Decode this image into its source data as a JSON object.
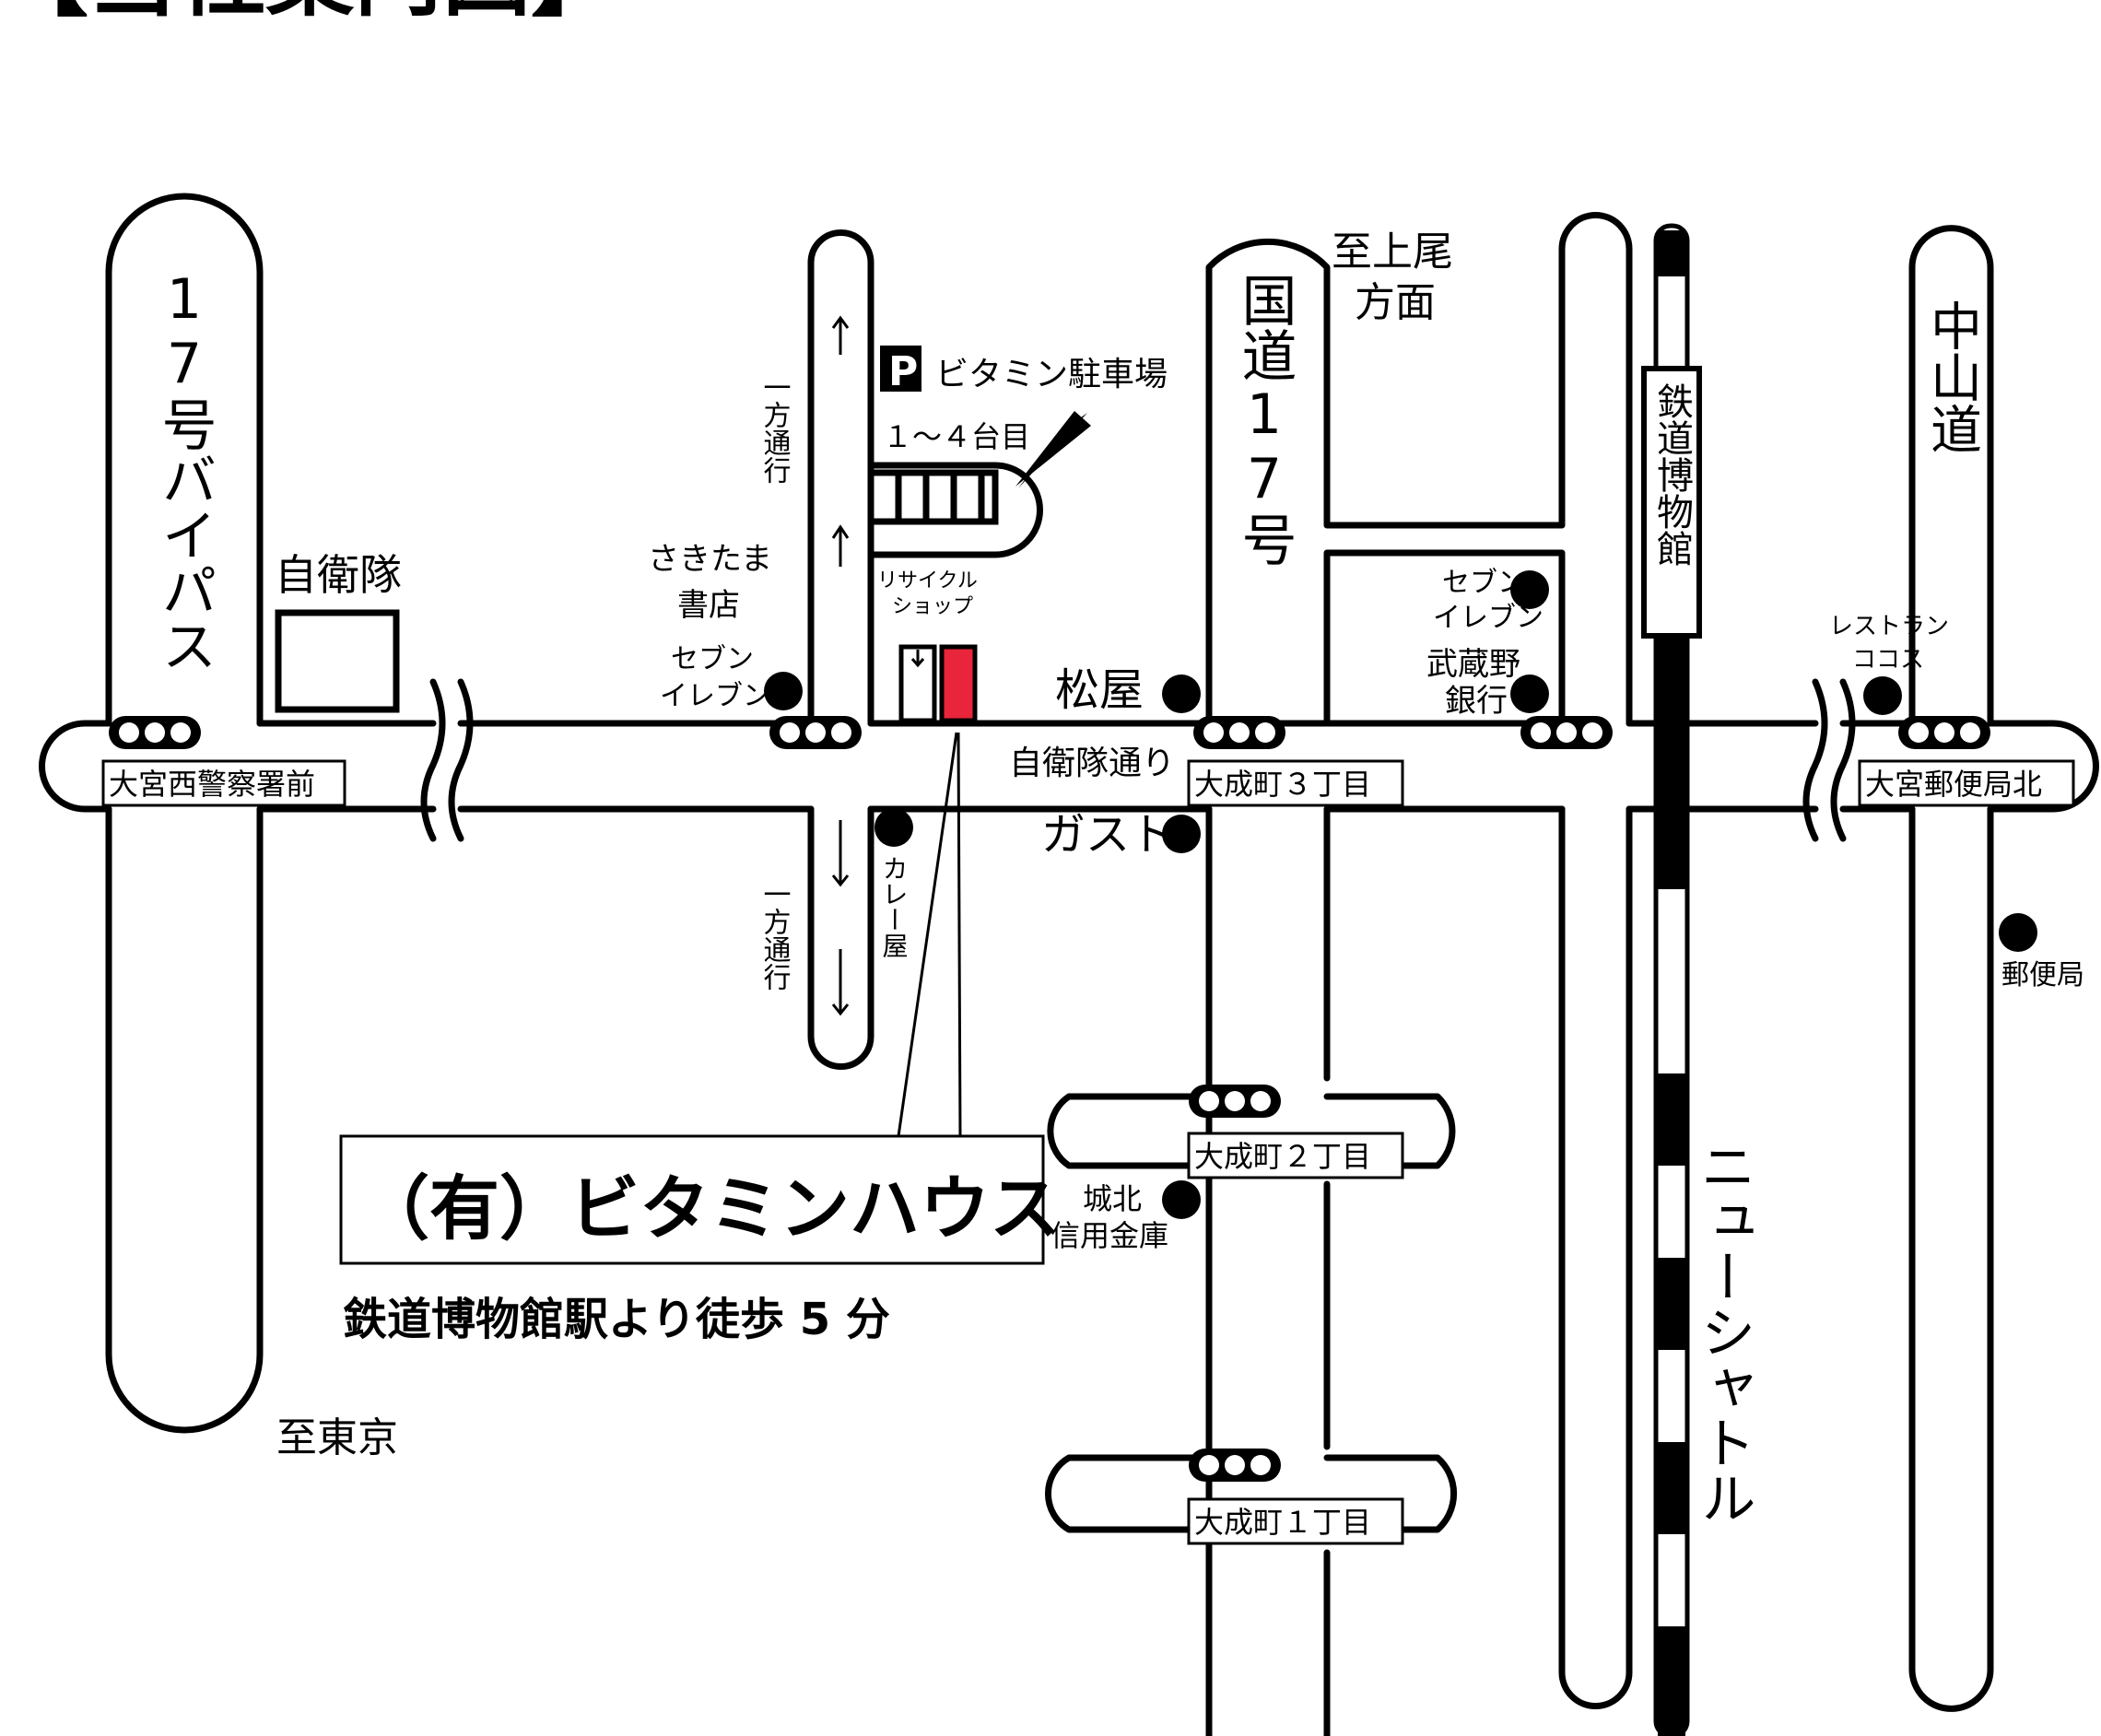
{
  "title": "【当社案内図】",
  "roads": {
    "bypass17": "17号バイパス",
    "route17": "国道17号",
    "nakasendo": "中山道",
    "jieitai_dori": "自衛隊通り",
    "one_way": "一方通行",
    "new_shuttle": "ニューシャトル",
    "tetsudo_hakubutsukan": "鉄道博物館"
  },
  "directions": {
    "to_ageo": "至上尾方面",
    "to_tokyo": "至東京"
  },
  "intersections": {
    "omiya_nishi_police": "大宮西警察署前",
    "omiya_post_north": "大宮郵便局北",
    "onaricho3": "大成町３丁目",
    "onaricho2": "大成町２丁目",
    "onaricho1": "大成町１丁目"
  },
  "landmarks": {
    "jieitai": "自衛隊",
    "sakitama_shoten": "さきたま書店",
    "seven_eleven": "セブンイレブン",
    "recycle_shop": "リサイクルショップ",
    "curry": "カレー屋",
    "matsuya": "松屋",
    "gusto": "ガスト",
    "musashino_bank": "武蔵野銀行",
    "restaurant_cocos": "レストランココス",
    "post_office": "郵便局",
    "johoku_shinkin": "城北信用金庫"
  },
  "parking": {
    "icon_letter": "P",
    "name": "ビタミン駐車場",
    "slots": "１～４台目"
  },
  "company": {
    "name": "（有）ビタミンハウス",
    "access": "鉄道博物館駅より徒歩 5 分"
  },
  "colors": {
    "accent": "#e8253a",
    "line": "#000000"
  }
}
